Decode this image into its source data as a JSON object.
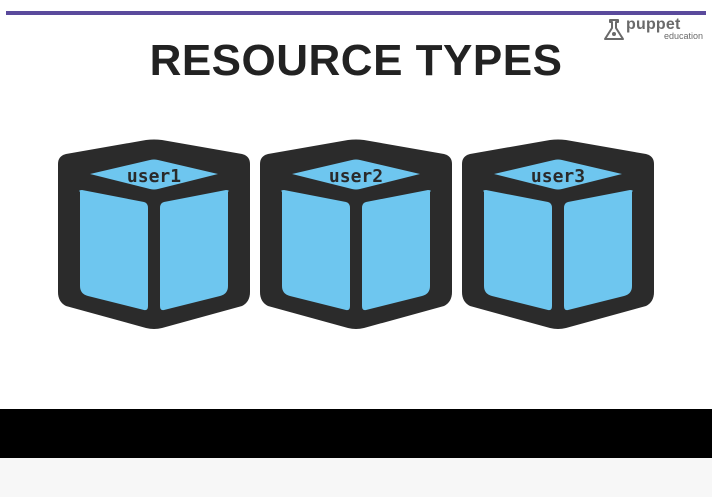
{
  "slide": {
    "title": "RESOURCE TYPES"
  },
  "logo": {
    "word": "puppet",
    "sub": "education"
  },
  "cubes": [
    {
      "label": "user1"
    },
    {
      "label": "user2"
    },
    {
      "label": "user3"
    }
  ],
  "colors": {
    "accent": "#5a4a9c",
    "cube_outline": "#2b2b2b",
    "cube_face": "#6ec6ef",
    "cube_top": "#6ec6ef"
  }
}
